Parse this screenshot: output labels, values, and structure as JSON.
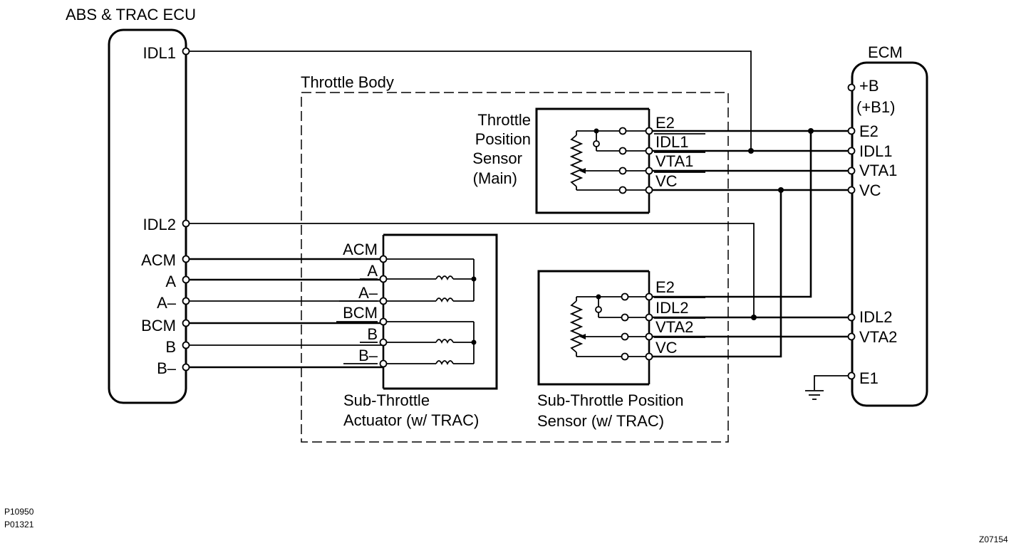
{
  "abs_ecu": {
    "title": "ABS & TRAC ECU",
    "pins": [
      "IDL1",
      "IDL2",
      "ACM",
      "A",
      "A–",
      "BCM",
      "B",
      "B–"
    ]
  },
  "ecm": {
    "title": "ECM",
    "pin_b": "+B",
    "pin_b1": "(+B1)",
    "pins": [
      "E2",
      "IDL1",
      "VTA1",
      "VC",
      "IDL2",
      "VTA2",
      "E1"
    ]
  },
  "throttle_body": {
    "label": "Throttle Body"
  },
  "tps_main": {
    "label_lines": [
      "Throttle",
      "Position",
      "Sensor",
      "(Main)"
    ],
    "pins": [
      "E2",
      "IDL1",
      "VTA1",
      "VC"
    ]
  },
  "actuator": {
    "label_lines": [
      "Sub-Throttle",
      "Actuator (w/ TRAC)"
    ],
    "pins": [
      "ACM",
      "A",
      "A–",
      "BCM",
      "B",
      "B–"
    ]
  },
  "sub_tps": {
    "label_lines": [
      "Sub-Throttle Position",
      "Sensor (w/ TRAC)"
    ],
    "pins": [
      "E2",
      "IDL2",
      "VTA2",
      "VC"
    ]
  },
  "codes": {
    "left_1": "P10950",
    "left_2": "P01321",
    "right": "Z07154"
  },
  "icons": [
    "ground-icon",
    "coil-icon",
    "resistor-icon",
    "wiper-arrow-icon",
    "idle-switch-icon"
  ]
}
